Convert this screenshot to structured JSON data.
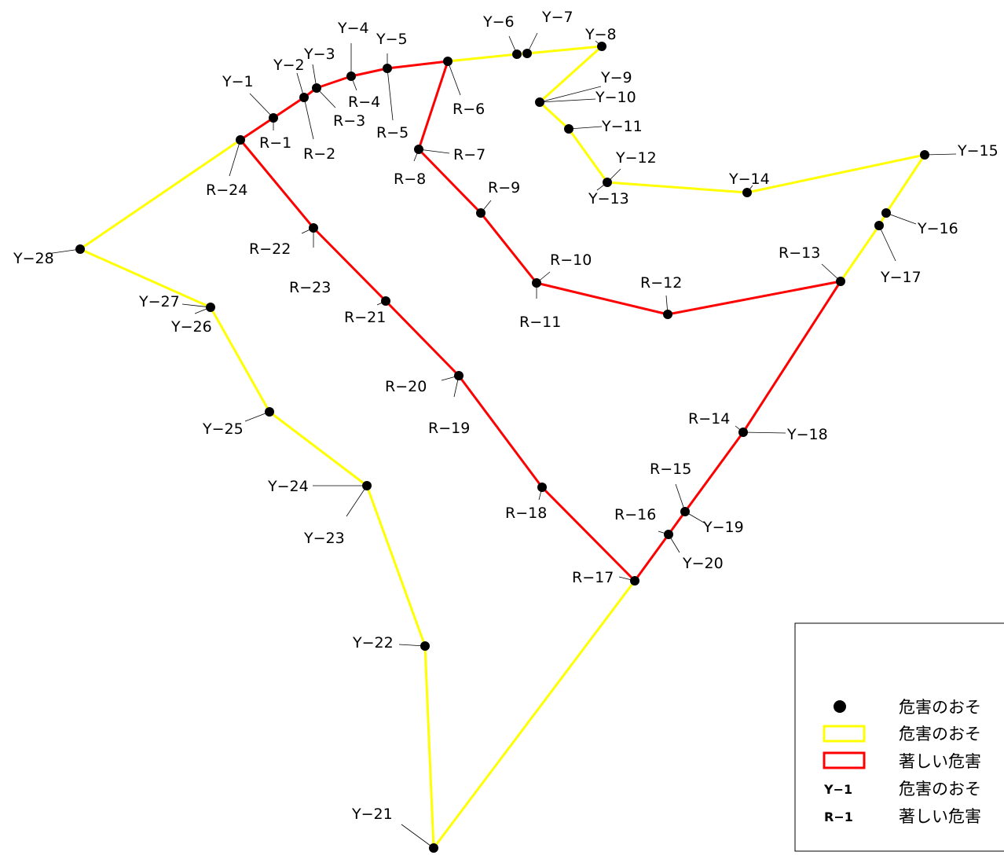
{
  "colors": {
    "yellow_line": "#ffff00",
    "red_line": "#ff0000",
    "point": "#000000",
    "leader": "#000000"
  },
  "legend": {
    "items": [
      {
        "symbol": "point",
        "text": "危害のおそ"
      },
      {
        "symbol": "yellow-box",
        "text": "危害のおそ"
      },
      {
        "symbol": "red-box",
        "text": "著しい危害"
      },
      {
        "symbol": "code",
        "code": "Y−1",
        "text": "危害のおそ"
      },
      {
        "symbol": "code",
        "code": "R−1",
        "text": "著しい危害"
      }
    ]
  },
  "points": [
    {
      "id": "Y-1",
      "label": "Y−1"
    },
    {
      "id": "R-1",
      "label": "R−1"
    },
    {
      "id": "Y-2",
      "label": "Y−2"
    },
    {
      "id": "R-2",
      "label": "R−2"
    },
    {
      "id": "Y-3",
      "label": "Y−3"
    },
    {
      "id": "R-3",
      "label": "R−3"
    },
    {
      "id": "Y-4",
      "label": "Y−4"
    },
    {
      "id": "R-4",
      "label": "R−4"
    },
    {
      "id": "Y-5",
      "label": "Y−5"
    },
    {
      "id": "R-5",
      "label": "R−5"
    },
    {
      "id": "R-6",
      "label": "R−6"
    },
    {
      "id": "Y-6",
      "label": "Y−6"
    },
    {
      "id": "Y-7",
      "label": "Y−7"
    },
    {
      "id": "Y-8",
      "label": "Y−8"
    },
    {
      "id": "Y-9",
      "label": "Y−9"
    },
    {
      "id": "Y-10",
      "label": "Y−10"
    },
    {
      "id": "Y-11",
      "label": "Y−11"
    },
    {
      "id": "Y-12",
      "label": "Y−12"
    },
    {
      "id": "Y-13",
      "label": "Y−13"
    },
    {
      "id": "Y-14",
      "label": "Y−14"
    },
    {
      "id": "Y-15",
      "label": "Y−15"
    },
    {
      "id": "Y-16",
      "label": "Y−16"
    },
    {
      "id": "Y-17",
      "label": "Y−17"
    },
    {
      "id": "R-13",
      "label": "R−13"
    },
    {
      "id": "R-12",
      "label": "R−12"
    },
    {
      "id": "R-10",
      "label": "R−10"
    },
    {
      "id": "R-11",
      "label": "R−11"
    },
    {
      "id": "R-9",
      "label": "R−9"
    },
    {
      "id": "R-7",
      "label": "R−7"
    },
    {
      "id": "R-8",
      "label": "R−8"
    },
    {
      "id": "R-24",
      "label": "R−24"
    },
    {
      "id": "R-22",
      "label": "R−22"
    },
    {
      "id": "R-23",
      "label": "R−23"
    },
    {
      "id": "R-21",
      "label": "R−21"
    },
    {
      "id": "R-20",
      "label": "R−20"
    },
    {
      "id": "R-19",
      "label": "R−19"
    },
    {
      "id": "R-18",
      "label": "R−18"
    },
    {
      "id": "R-17",
      "label": "R−17"
    },
    {
      "id": "R-16",
      "label": "R−16"
    },
    {
      "id": "Y-20",
      "label": "Y−20"
    },
    {
      "id": "R-15",
      "label": "R−15"
    },
    {
      "id": "Y-19",
      "label": "Y−19"
    },
    {
      "id": "R-14",
      "label": "R−14"
    },
    {
      "id": "Y-18",
      "label": "Y−18"
    },
    {
      "id": "Y-28",
      "label": "Y−28"
    },
    {
      "id": "Y-27",
      "label": "Y−27"
    },
    {
      "id": "Y-26",
      "label": "Y−26"
    },
    {
      "id": "Y-25",
      "label": "Y−25"
    },
    {
      "id": "Y-24",
      "label": "Y−24"
    },
    {
      "id": "Y-23",
      "label": "Y−23"
    },
    {
      "id": "Y-22",
      "label": "Y−22"
    },
    {
      "id": "Y-21",
      "label": "Y−21"
    }
  ]
}
